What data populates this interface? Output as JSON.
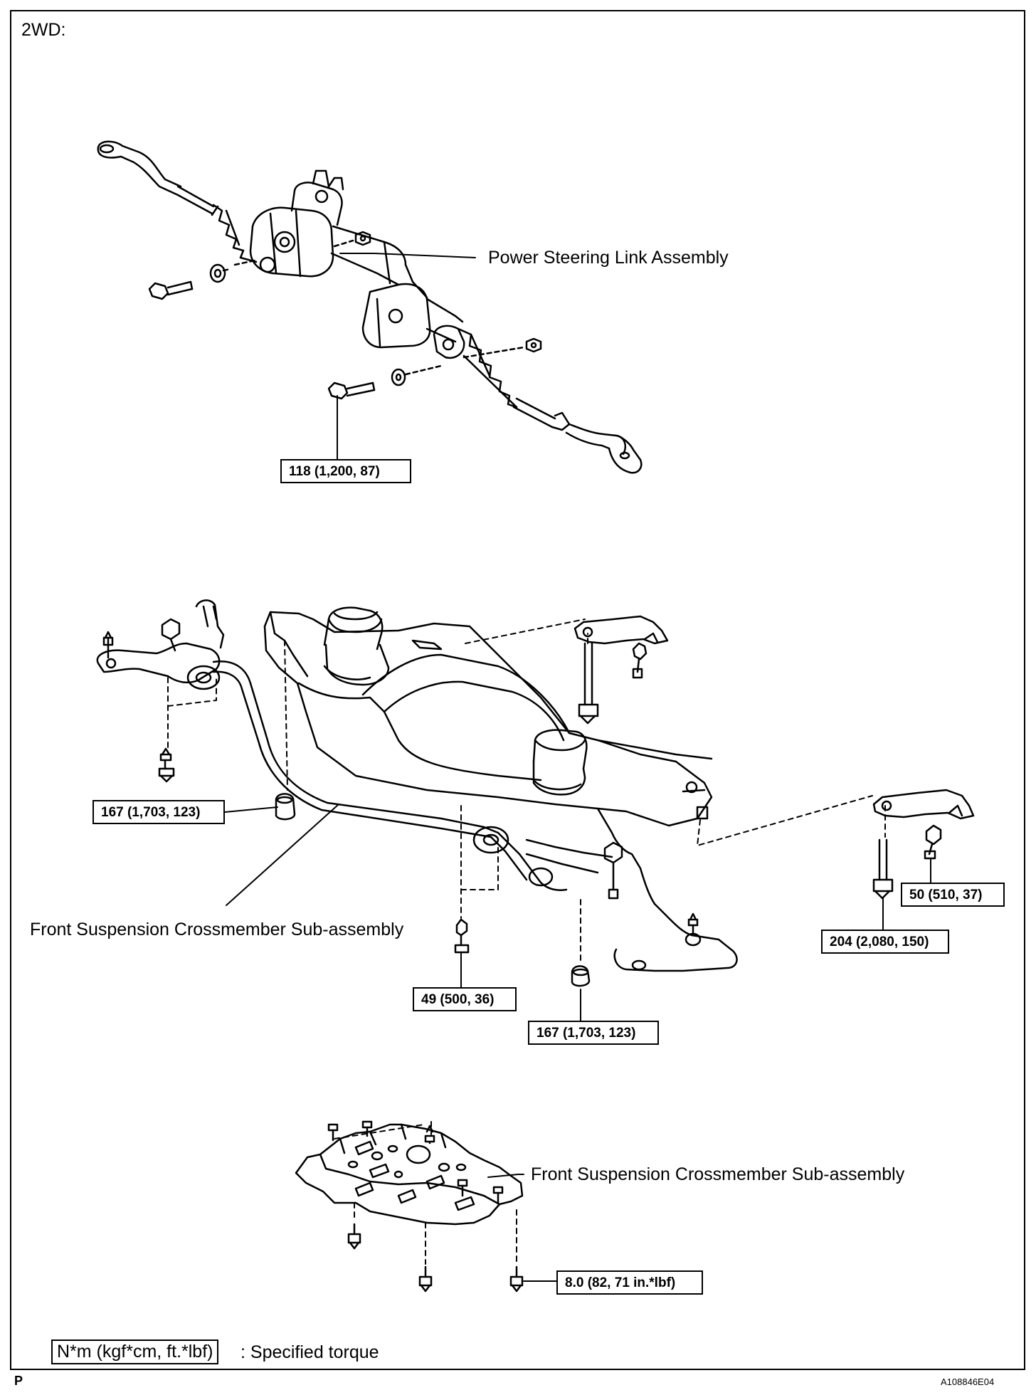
{
  "diagram": {
    "variant_label": "2WD:",
    "labels": {
      "power_steering": "Power Steering Link Assembly",
      "crossmember_main": "Front Suspension Crossmember Sub-assembly",
      "crossmember_lower": "Front Suspension Crossmember Sub-assembly"
    },
    "torques": {
      "steering_bolt": "118 (1,200, 87)",
      "crossmember_left": "167 (1,703, 123)",
      "stabilizer_bolt": "49 (500, 36)",
      "crossmember_center": "167 (1,703, 123)",
      "bracket_bolt_small": "50 (510, 37)",
      "bracket_bolt_large": "204 (2,080, 150)",
      "under_cover": "8.0 (82, 71 in.*lbf)"
    },
    "legend": {
      "unit": "N*m (kgf*cm, ft.*lbf)",
      "meaning": ": Specified torque"
    },
    "footer": {
      "left_mark": "P",
      "figure_code": "A108846E04"
    }
  }
}
